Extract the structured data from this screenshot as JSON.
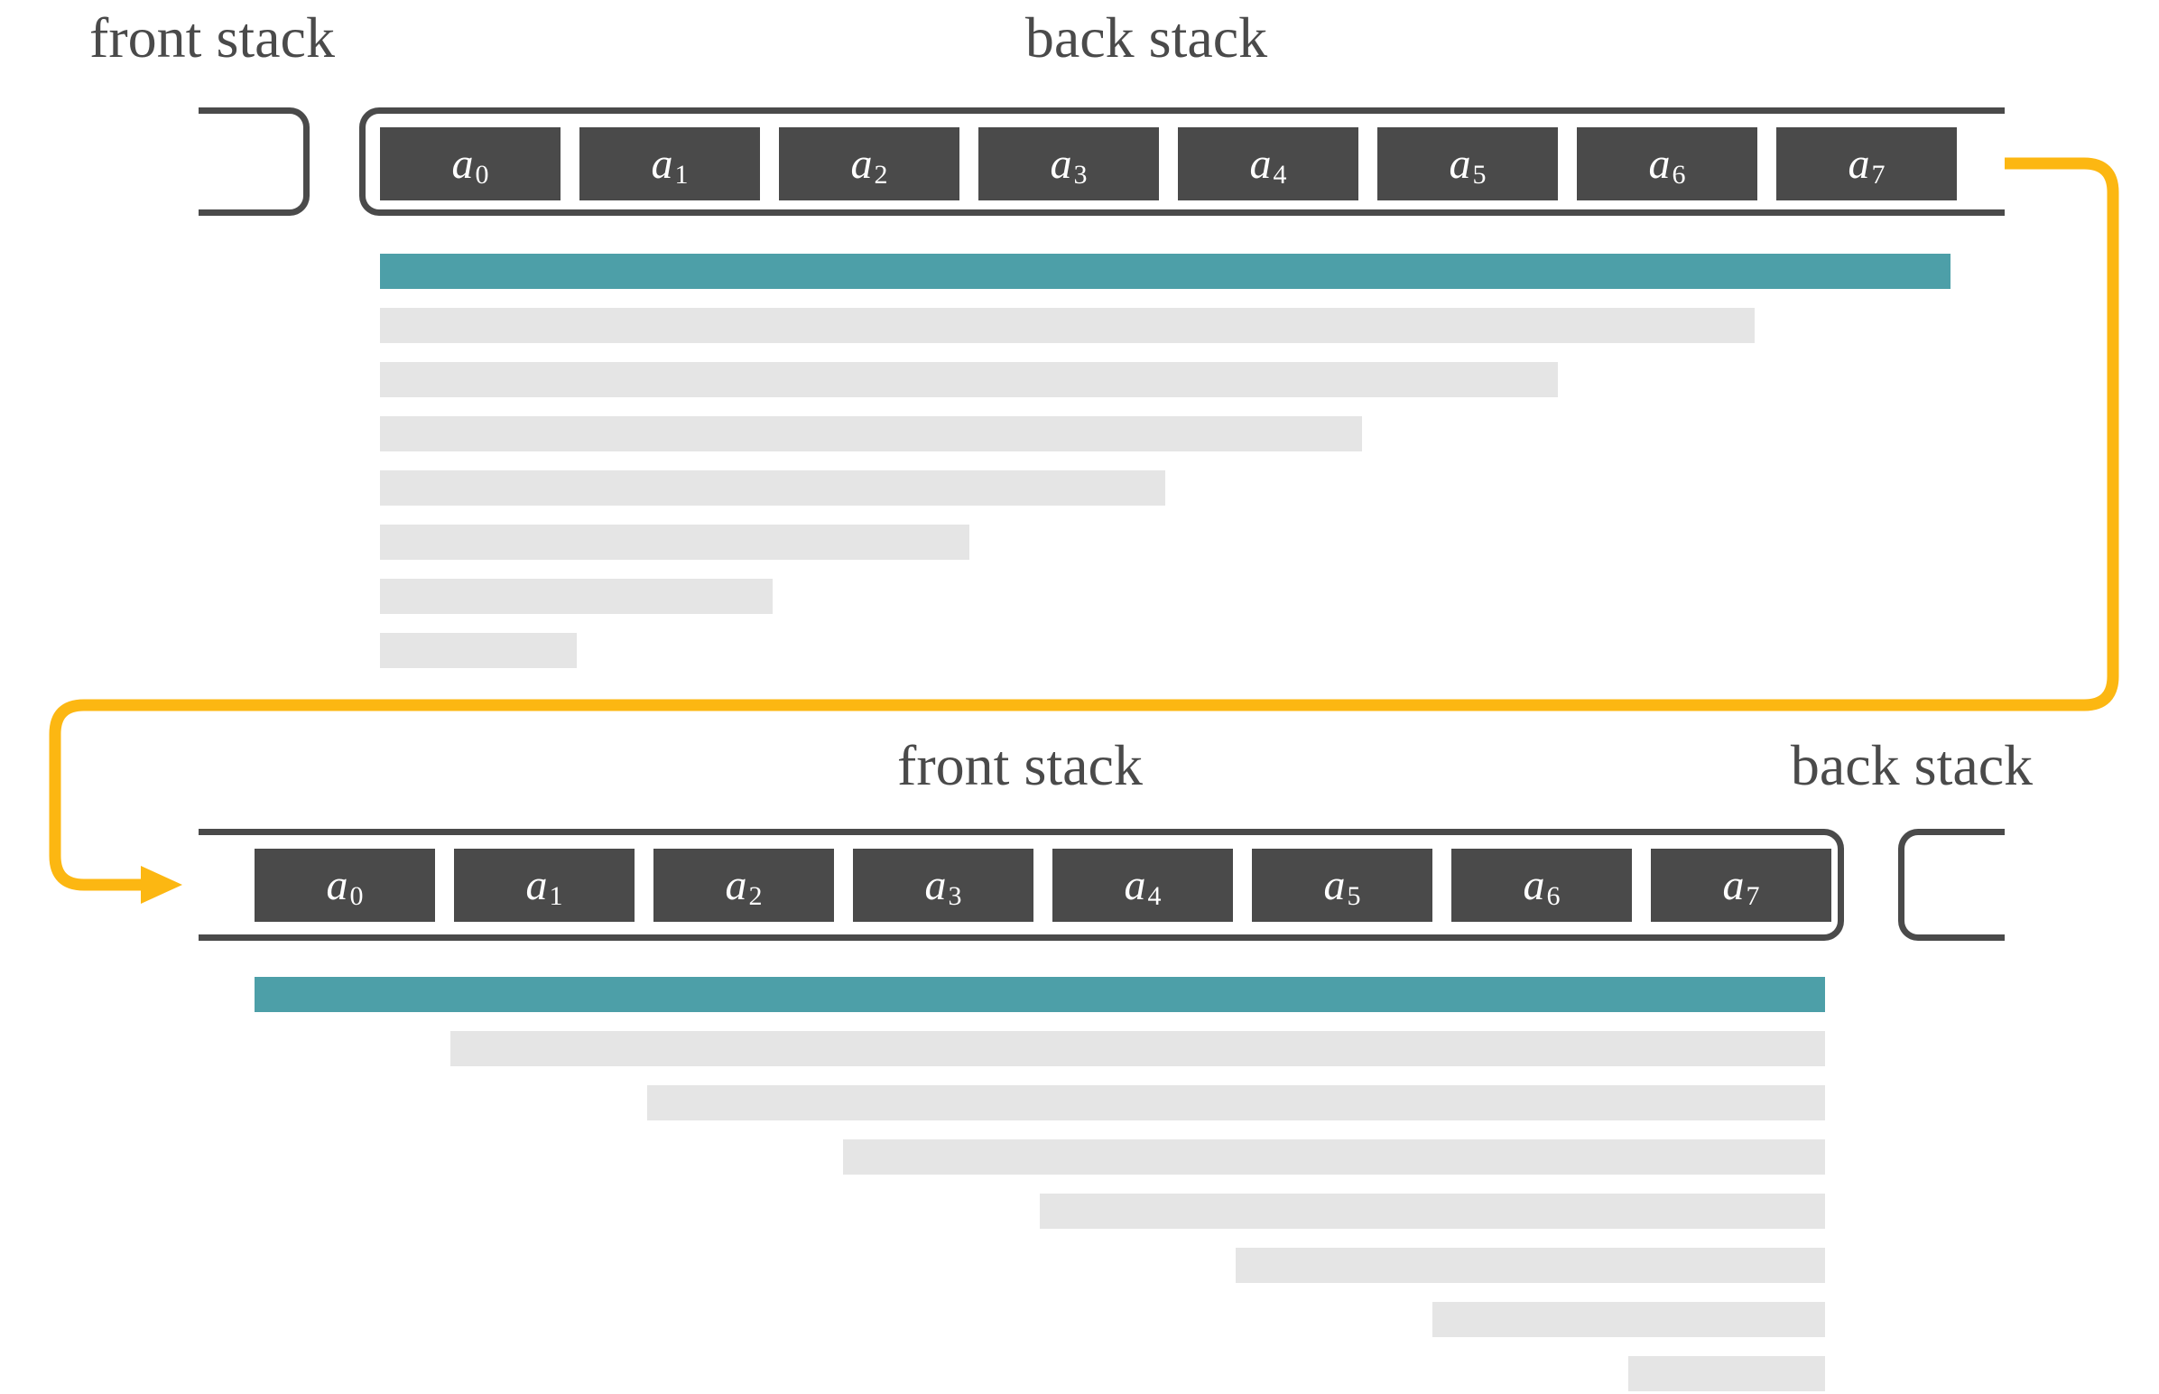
{
  "colors": {
    "dark": "#4a4a4a",
    "teal": "#4d9fa8",
    "light_gray": "#e5e5e5",
    "yellow": "#fcb712",
    "white": "#ffffff",
    "cell_text": "#ffffff"
  },
  "top_state": {
    "front_stack_label": "front stack",
    "back_stack_label": "back stack",
    "front_stack_cells": [],
    "back_stack_cells": [
      {
        "base": "a",
        "sub": "0"
      },
      {
        "base": "a",
        "sub": "1"
      },
      {
        "base": "a",
        "sub": "2"
      },
      {
        "base": "a",
        "sub": "3"
      },
      {
        "base": "a",
        "sub": "4"
      },
      {
        "base": "a",
        "sub": "5"
      },
      {
        "base": "a",
        "sub": "6"
      },
      {
        "base": "a",
        "sub": "7"
      }
    ],
    "bars": {
      "teal_units": 8,
      "gray_units": [
        7,
        6,
        5,
        4,
        3,
        2,
        1
      ],
      "align": "left"
    }
  },
  "bottom_state": {
    "front_stack_label": "front stack",
    "back_stack_label": "back stack",
    "front_stack_cells": [
      {
        "base": "a",
        "sub": "0"
      },
      {
        "base": "a",
        "sub": "1"
      },
      {
        "base": "a",
        "sub": "2"
      },
      {
        "base": "a",
        "sub": "3"
      },
      {
        "base": "a",
        "sub": "4"
      },
      {
        "base": "a",
        "sub": "5"
      },
      {
        "base": "a",
        "sub": "6"
      },
      {
        "base": "a",
        "sub": "7"
      }
    ],
    "back_stack_cells": [],
    "bars": {
      "teal_units": 8,
      "gray_units": [
        7,
        6,
        5,
        4,
        3,
        2,
        1
      ],
      "align": "right"
    }
  }
}
